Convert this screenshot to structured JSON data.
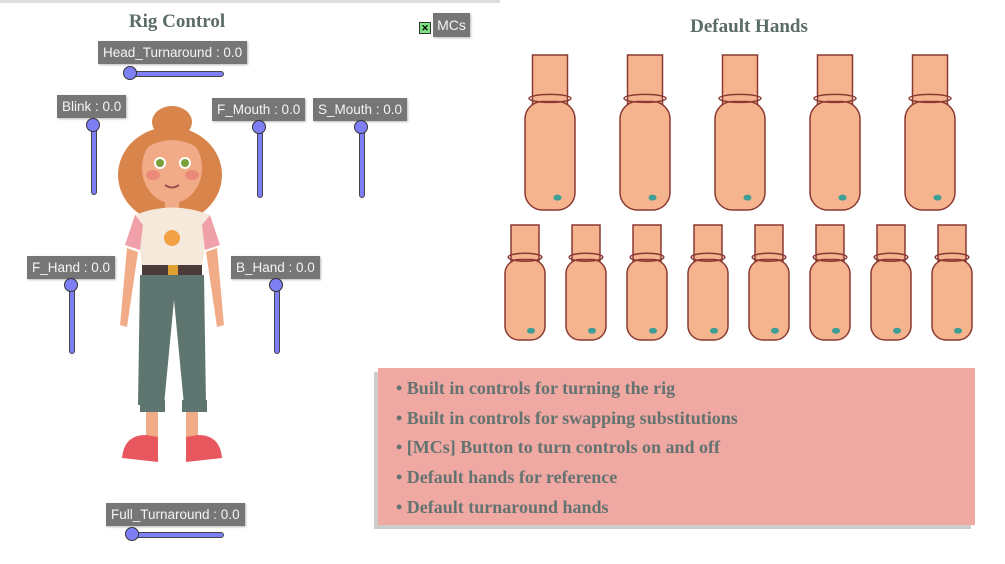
{
  "rig_control": {
    "title": "Rig Control",
    "mcs_button": {
      "label": "MCs",
      "checked": true,
      "check_mark": "✕"
    },
    "sliders": {
      "head_turnaround": {
        "label": "Head_Turnaround : 0.0",
        "value": 0.0
      },
      "blink": {
        "label": "Blink : 0.0",
        "value": 0.0
      },
      "f_mouth": {
        "label": "F_Mouth : 0.0",
        "value": 0.0
      },
      "s_mouth": {
        "label": "S_Mouth : 0.0",
        "value": 0.0
      },
      "f_hand": {
        "label": "F_Hand : 0.0",
        "value": 0.0
      },
      "b_hand": {
        "label": "B_Hand : 0.0",
        "value": 0.0
      },
      "full_turnaround": {
        "label": "Full_Turnaround : 0.0",
        "value": 0.0
      }
    },
    "colors": {
      "slider": "#7f7ff5",
      "label_bg": "#767676"
    }
  },
  "default_hands": {
    "title": "Default Hands",
    "row1_count": 5,
    "row2_count": 8,
    "skin": "#f5b48e",
    "nail": "#3d9e94",
    "outline": "#8a3a32"
  },
  "features": {
    "items": [
      "• Built in controls for turning the rig",
      "• Built in controls for swapping substitutions",
      "• [MCs] Button to turn controls on and off",
      "• Default hands for reference",
      "• Default turnaround hands"
    ],
    "bg": "#f0a8a3"
  }
}
